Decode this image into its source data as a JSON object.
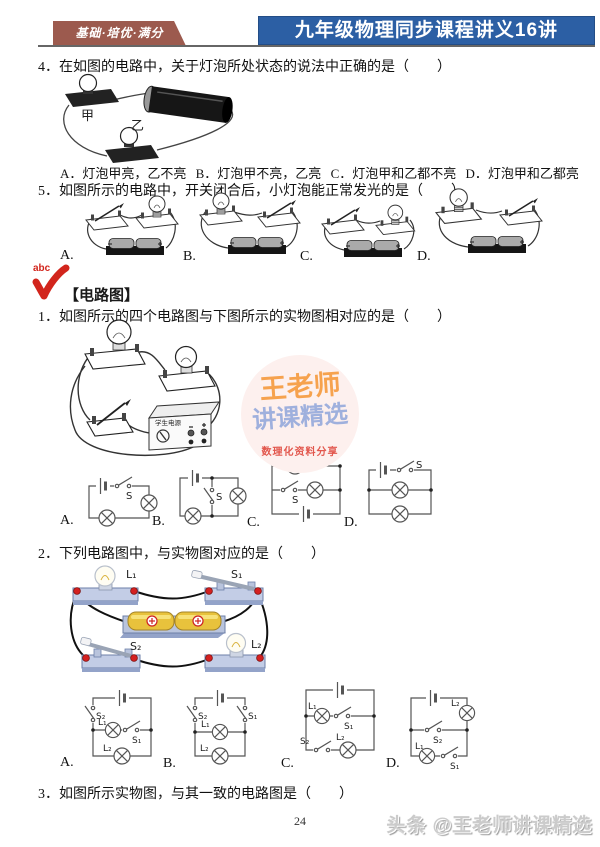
{
  "header": {
    "left_badge": "基础·培优·满分",
    "right_badge": "九年级物理同步课程讲义16讲"
  },
  "q4": {
    "line": "4．在如图的电路中，关于灯泡所处状态的说法中正确的是（　　）",
    "fig": {
      "jia": "甲",
      "yi": "乙"
    },
    "options": [
      "A．灯泡甲亮，乙不亮",
      "B．灯泡甲不亮，乙亮",
      "C．灯泡甲和乙都不亮",
      "D．灯泡甲和乙都亮"
    ]
  },
  "q5": {
    "line": "5．如图所示的电路中，开关闭合后，小灯泡能正常发光的是（　　）",
    "labels": [
      "A.",
      "B.",
      "C.",
      "D."
    ]
  },
  "section": {
    "marker": "abc",
    "title": "【电路图】"
  },
  "q1": {
    "line": "1．如图所示的四个电路图与下图所示的实物图相对应的是（　　）",
    "power_label": "学生电源",
    "switch_label": "S",
    "labels": [
      "A.",
      "B.",
      "C.",
      "D."
    ]
  },
  "watermark": {
    "line1": "王老师",
    "line2": "讲课精选",
    "line3": "数理化资料分享"
  },
  "q2": {
    "line": "2．下列电路图中，与实物图对应的是（　　）",
    "component_labels": {
      "l1": "L₁",
      "l2": "L₂",
      "s1": "S₁",
      "s2": "S₂"
    },
    "labels": [
      "A.",
      "B.",
      "C.",
      "D."
    ]
  },
  "q3": {
    "line": "3．如图所示实物图，与其一致的电路图是（　　）"
  },
  "footer": {
    "page": "24",
    "watermark": "头条 @王老师讲课精选"
  },
  "colors": {
    "badge_left": "#9c5a4e",
    "badge_right": "#2c5fa4",
    "check_red": "#d2251c",
    "watermark_orange": "#f6a24e",
    "watermark_blue": "#9fb0dd",
    "watermark_red": "#e2574d"
  }
}
